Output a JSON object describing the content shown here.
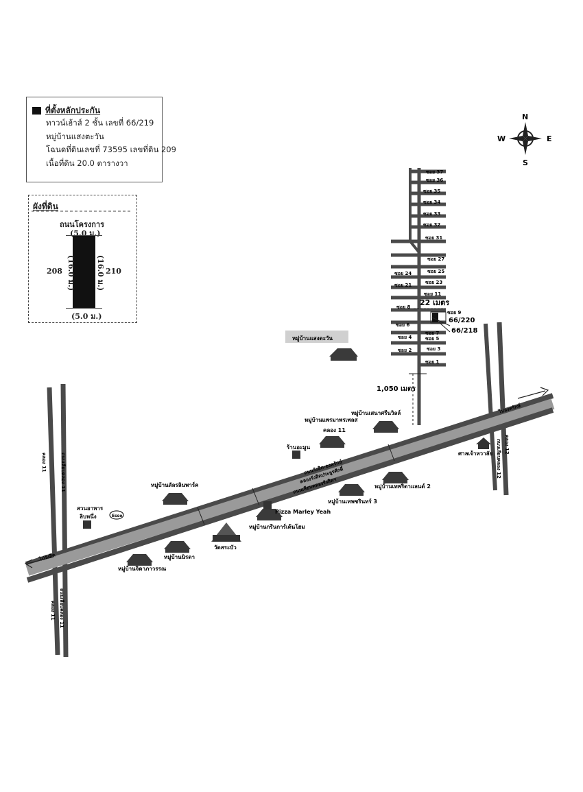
{
  "colors": {
    "road_dark": "#4a4a4a",
    "road_light": "#9a9a9a",
    "ink": "#222222",
    "village_label_bg": "#d0d0d0"
  },
  "info": {
    "title": "ที่ตั้งหลักประกัน",
    "lines": [
      "ทาวน์เฮ้าส์ 2 ชั้น  เลขที่ 66/219",
      "หมู่บ้านแสงตะวัน",
      "โฉนดที่ดินเลขที่ 73595 เลขที่ดิน 209",
      "เนื้อที่ดิน 20.0 ตารางวา"
    ]
  },
  "plot": {
    "title": "ผังที่ดิน",
    "road_name": "ถนนโครงการ",
    "top_width": "(5.0 ม.)",
    "bottom_width": "(5.0 ม.)",
    "left_depth": "(16.0 ม.)",
    "right_depth": "(16.0 ม.)",
    "left_neighbor": "208",
    "right_neighbor": "210"
  },
  "compass": {
    "n": "N",
    "s": "S",
    "e": "E",
    "w": "W",
    "icon": "compass-rose-icon"
  },
  "sois": {
    "upper": [
      "ซอย 37",
      "ซอย 36",
      "ซอย 35",
      "ซอย 34",
      "ซอย 33",
      "ซอย 32",
      "ซอย 31"
    ],
    "middle": [
      "ซอย 27",
      "ซอย 25",
      "ซอย 24",
      "ซอย 23",
      "ซอย 21",
      "ซอย 11"
    ],
    "lower_left": [
      "ซอย 8",
      "ซอย 6",
      "ซอย 4",
      "ซอย 2"
    ],
    "lower_right": [
      "ซอย 9",
      "ซอย 7",
      "ซอย 5",
      "ซอย 3",
      "ซอย 1"
    ]
  },
  "distances": {
    "soi": "22 เมตร",
    "entrance": "1,050 เมตร"
  },
  "house_numbers": {
    "north": "66/220",
    "south": "66/218"
  },
  "villages": {
    "saeng_tawan": "หมู่บ้านแสงตะวัน",
    "sena_wil": "หมู่บ้านเสนาศรีนวิลล์",
    "phraemaphon": "หมู่บ้านแพรมาพรเพลส",
    "khlong11": "คลอง 11",
    "lalin": "หมู่บ้านลัลรลินพาร์ค",
    "thepsirin3": "หมู่บ้านเทพชรินทร์ 3",
    "thepsirin2": "หมู่บ้านเทพริดาแลนด์ 2",
    "greenhome": "หมู่บ้านกรีนการ์เด้นโฮม",
    "chidawan": "หมู่บ้านจิดาภาวรรณ",
    "rinrada": "หมู่บ้านนิรดา"
  },
  "places": {
    "ranchamun": "ร้านอะมูน",
    "pizza": "Pizza Marley Yeah",
    "suan_ahan": "สวนอาหาร",
    "suan_ahan2": "ลิบหนึ่ง",
    "esso": "Esso",
    "temple": "วัดสระบัว",
    "police": "ศาลเจ้าหวาลัย"
  },
  "roads": {
    "main1": "ถนนรังสิต-องครักษ์",
    "main2": "คลองรังสิตประยูรศักดิ์",
    "main3": "ถนนเลียบคลองรังสิตฯ",
    "to_ongkharak": "ไปองครักษ์",
    "to_rangsit": "ไปรังสิต",
    "khlong11": "คลอง 11",
    "khlong11_road": "ถนนเลียบคลอง 11",
    "khlong12": "คลอง 12",
    "khlong12_road": "ถนนเลียบคลอง 12"
  }
}
